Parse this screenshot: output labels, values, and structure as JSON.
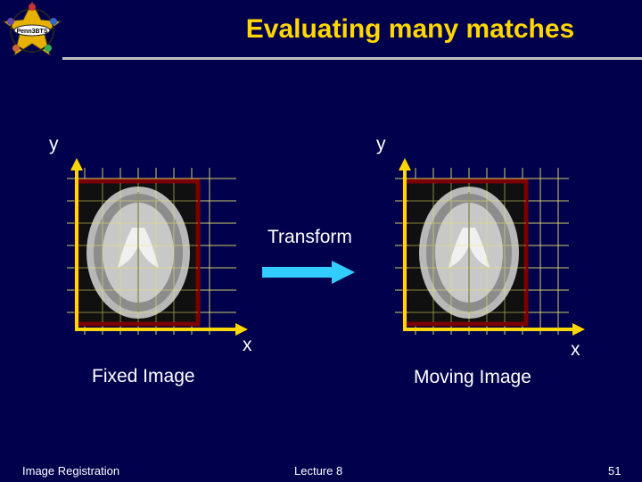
{
  "slide": {
    "title": "Evaluating many matches",
    "logo_text": "Penn3BTS"
  },
  "fixed_panel": {
    "y_label": "y",
    "x_label": "x",
    "caption": "Fixed Image"
  },
  "moving_panel": {
    "y_label": "y",
    "x_label": "x",
    "caption": "Moving Image"
  },
  "transform_label": "Transform",
  "footer": {
    "left": "Image Registration",
    "center": "Lecture 8",
    "page": "51"
  },
  "colors": {
    "background": "#00004d",
    "title": "#ffd700",
    "axis_arrow": "#ffd700",
    "frame": "#7a0000",
    "grid": "#e8e86a",
    "transform_arrow": "#33ccff"
  }
}
